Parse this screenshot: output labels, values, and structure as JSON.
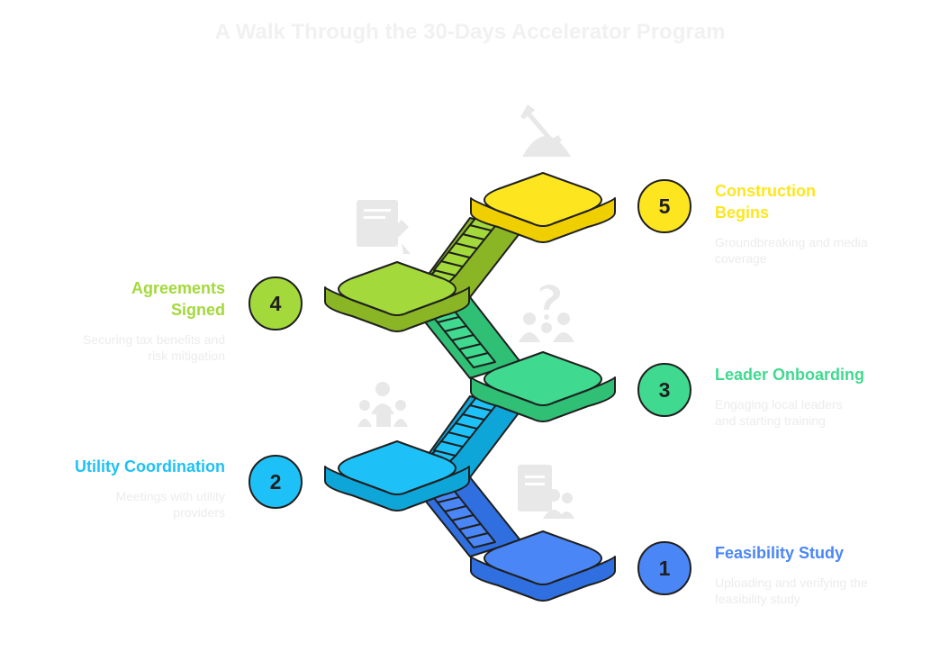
{
  "title": "A Walk Through the 30-Days Accelerator Program",
  "steps": [
    {
      "number": "1",
      "heading": "Feasibility Study",
      "description": "Uploading and verifying the feasibility study",
      "color": "#4a86f6",
      "icon": "document-users-icon"
    },
    {
      "number": "2",
      "heading": "Utility Coordination",
      "description": "Meetings with utility providers",
      "color": "#1ec1f7",
      "icon": "meeting-icon"
    },
    {
      "number": "3",
      "heading": "Leader Onboarding",
      "description": "Engaging local leaders and starting training",
      "color": "#3fda8f",
      "icon": "group-question-icon"
    },
    {
      "number": "4",
      "heading": "Agreements Signed",
      "description": "Securing tax benefits and risk mitigation",
      "color": "#a3d93b",
      "icon": "contract-sign-icon"
    },
    {
      "number": "5",
      "heading": "Construction Begins",
      "description": "Groundbreaking and media coverage",
      "color": "#fde61f",
      "icon": "shovel-dirt-icon"
    }
  ]
}
